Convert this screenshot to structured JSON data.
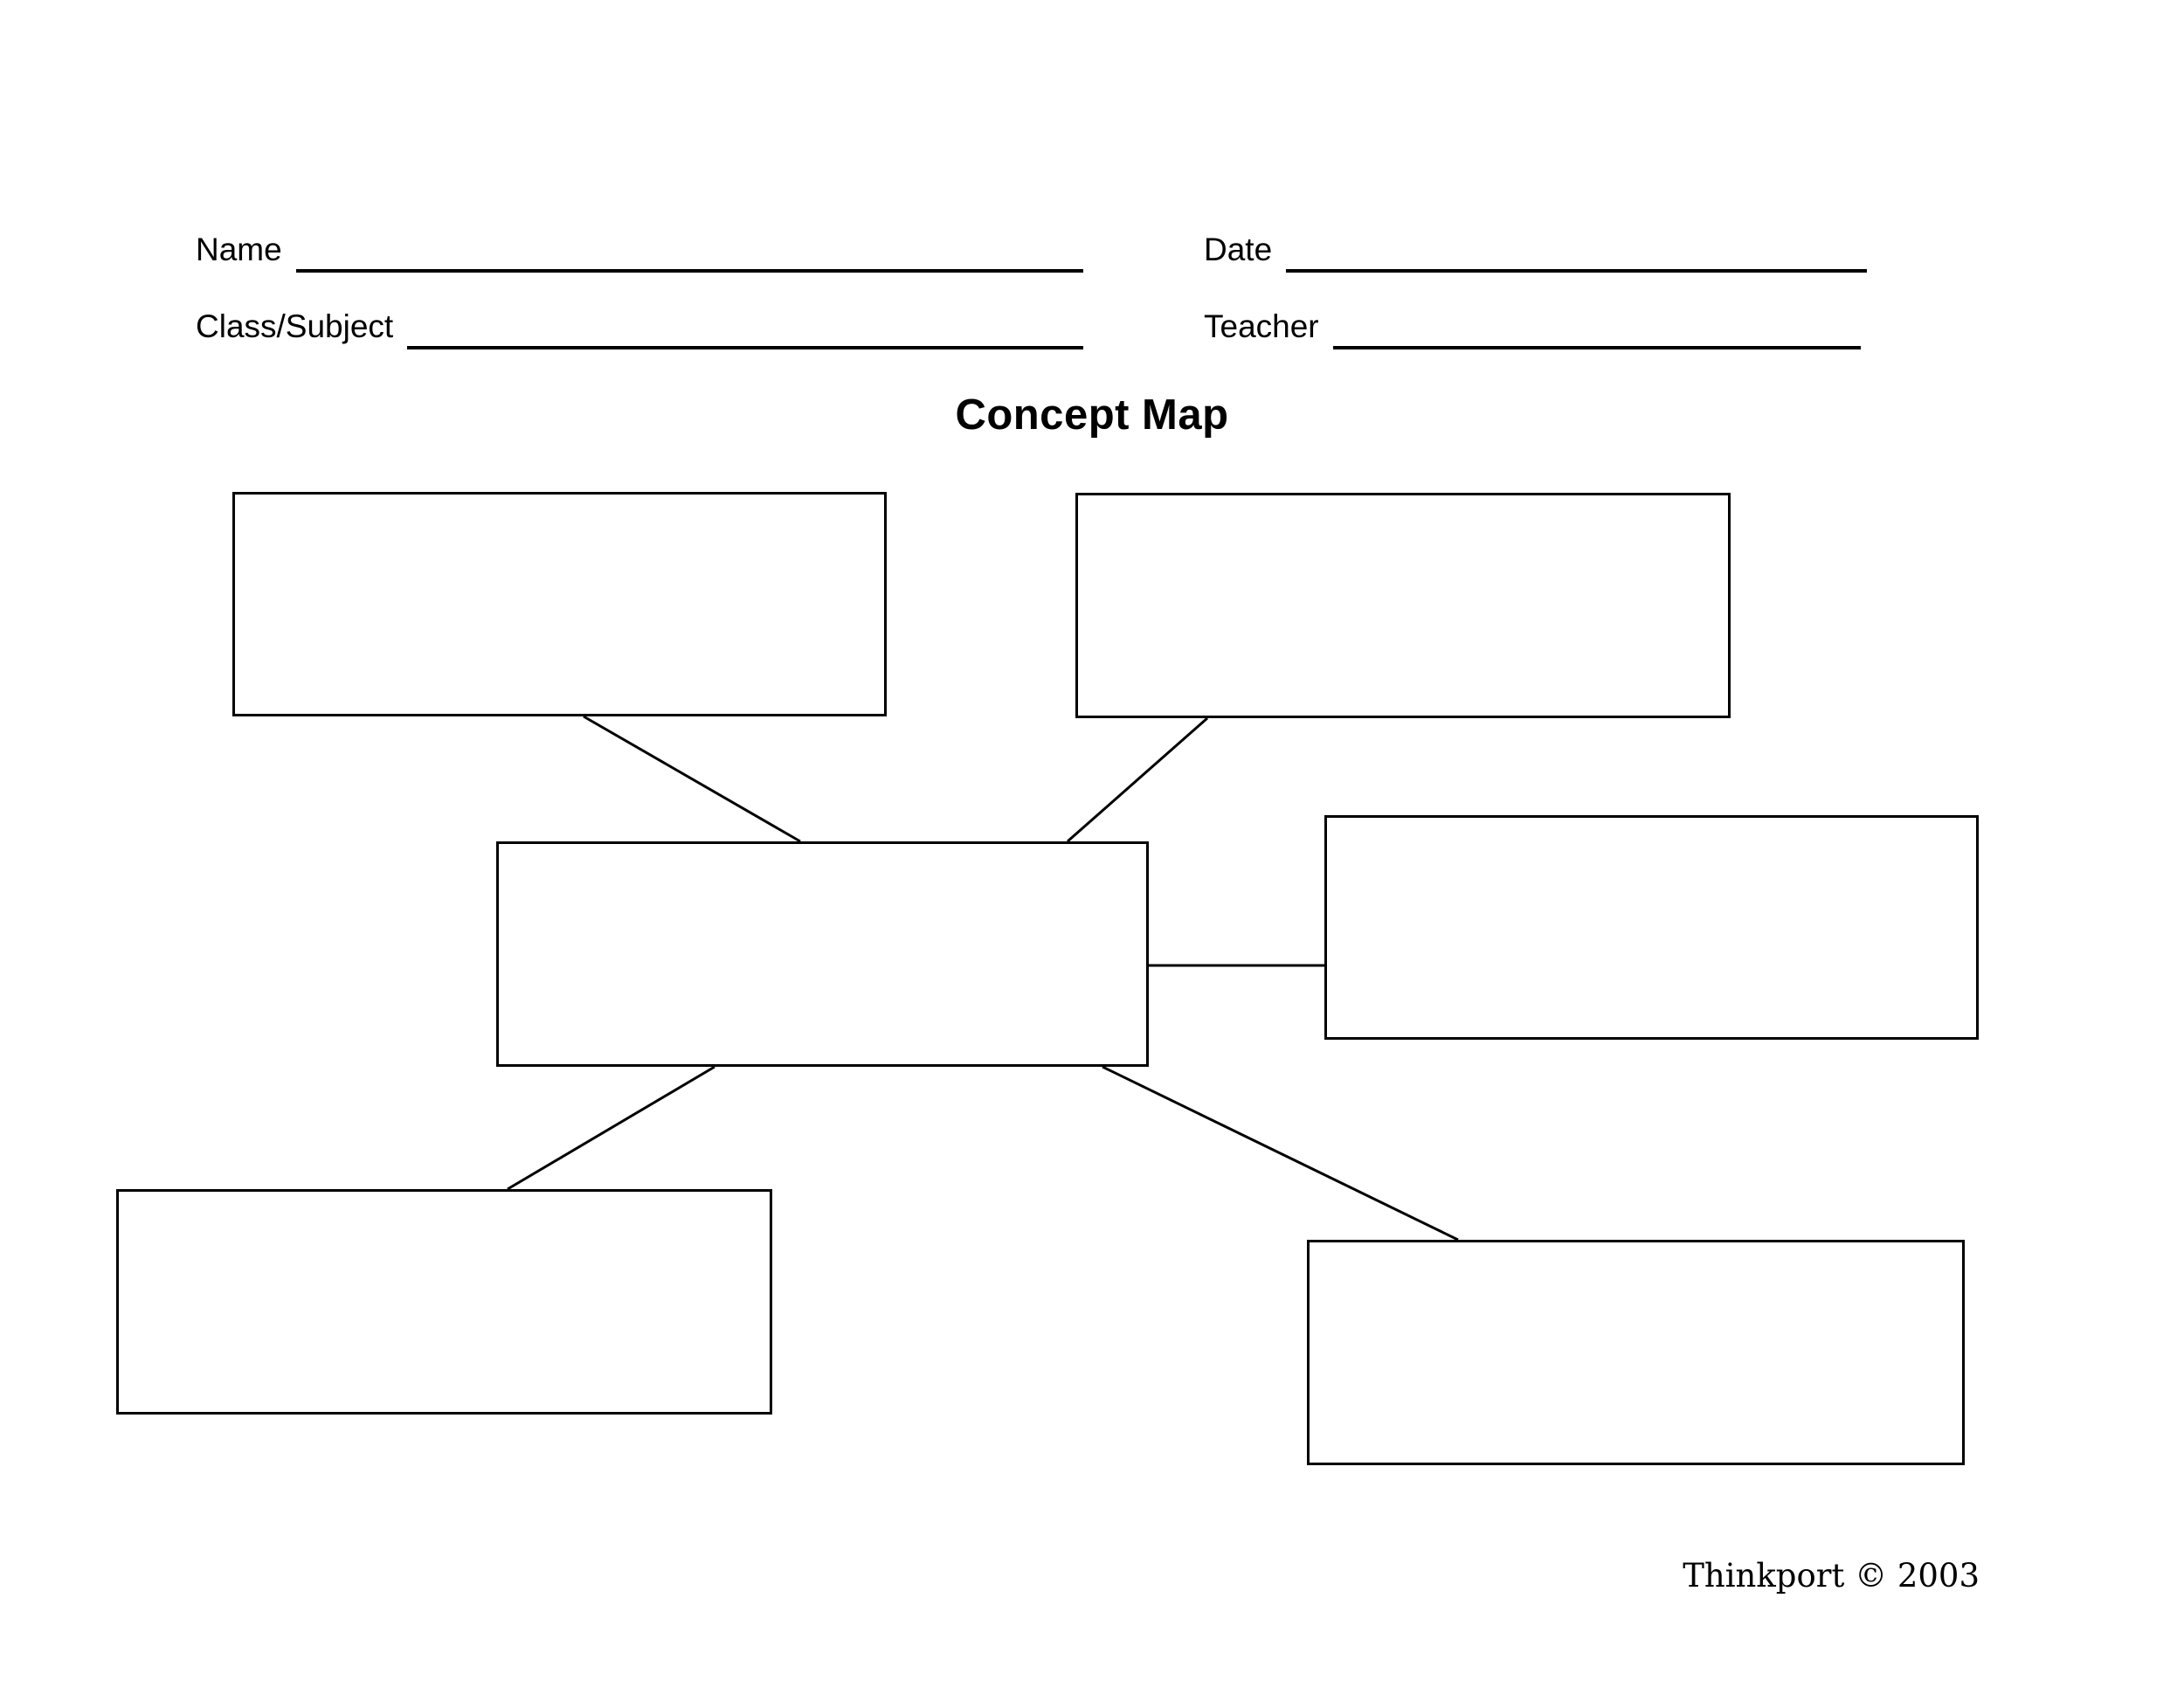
{
  "page": {
    "title": "Concept Map",
    "footer": "Thinkport © 2003",
    "colors": {
      "ink": "#000000",
      "paper": "#ffffff"
    }
  },
  "fields": {
    "name": {
      "label": "Name",
      "value": ""
    },
    "date": {
      "label": "Date",
      "value": ""
    },
    "class_subject": {
      "label": "Class/Subject",
      "value": ""
    },
    "teacher": {
      "label": "Teacher",
      "value": ""
    }
  },
  "diagram": {
    "boxes": [
      {
        "id": "top-left",
        "value": ""
      },
      {
        "id": "top-right",
        "value": ""
      },
      {
        "id": "center",
        "value": ""
      },
      {
        "id": "right",
        "value": ""
      },
      {
        "id": "bottom-left",
        "value": ""
      },
      {
        "id": "bottom-right",
        "value": ""
      }
    ],
    "connectors": [
      {
        "from": "top-left",
        "to": "center"
      },
      {
        "from": "top-right",
        "to": "center"
      },
      {
        "from": "center",
        "to": "right"
      },
      {
        "from": "center",
        "to": "bottom-left"
      },
      {
        "from": "center",
        "to": "bottom-right"
      }
    ]
  }
}
